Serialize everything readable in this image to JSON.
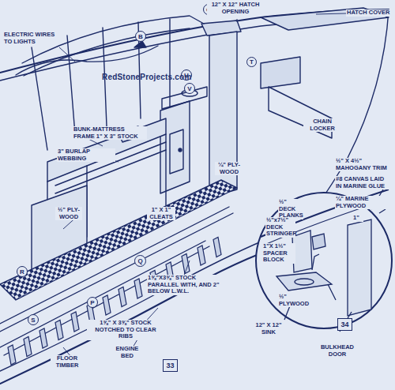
{
  "diagram": {
    "nodes": [
      {
        "text": [
          "B"
        ]
      },
      {
        "text": [
          "C"
        ]
      },
      {
        "text": [
          "T"
        ]
      },
      {
        "text": [
          "U"
        ]
      },
      {
        "text": [
          "V"
        ]
      },
      {
        "text": [
          "R"
        ]
      },
      {
        "text": [
          "Q"
        ]
      },
      {
        "text": [
          "P"
        ]
      },
      {
        "text": [
          "S"
        ]
      },
      {
        "text": [
          "33"
        ]
      },
      {
        "text": [
          "34"
        ]
      }
    ],
    "labels": [
      "12\" X 12\" HATCH OPENING",
      "HATCH COVER",
      "ELECTRIC WIRES TO LIGHTS",
      "RedStoneProjects.com",
      "CHAIN LOCKER",
      "BUNK-MATTRESS FRAME 1\" X 3\" STOCK",
      "3\" BURLAP WEBBING",
      "¼\" PLY- WOOD",
      "½\" PLY- WOOD",
      "1\" X 1\" CLEATS",
      "1⅝\"X3⅝\" STOCK PARALLEL WITH, AND 2\" BELOW L.W.L.",
      "1⅝\" X 3⅝\" STOCK NOTCHED TO CLEAR RIBS",
      "ENGINE BED",
      "FLOOR TIMBER",
      "½\" X 4½\" MAHOGANY TRIM",
      "#8 CANVAS LAID IN MARINE GLUE",
      "¼\" MARINE PLYWOOD",
      "½\" DECK PLANKS",
      "½\"x7½\" DECK STRINGER",
      "1\"X 1½\" SPACER BLOCK",
      "1\"",
      "½\" PLYWOOD",
      "12\" X 12\" SINK",
      "BULKHEAD DOOR"
    ]
  }
}
